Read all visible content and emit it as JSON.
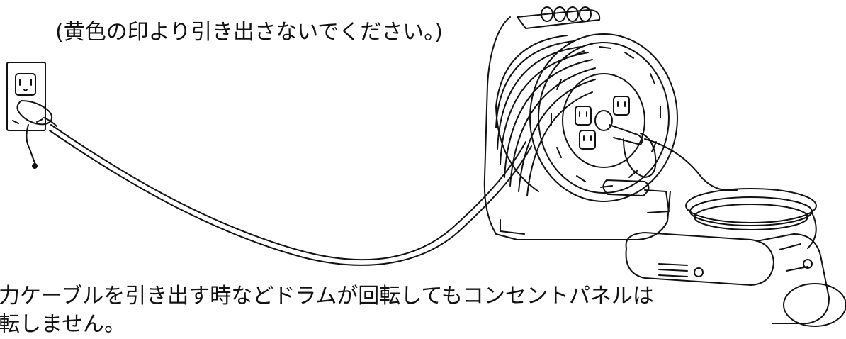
{
  "caption": "(黄色の印より引き出さないでください。)",
  "description_line1": "力ケーブルを引き出す時などドラムが回転してもコンセントパネルは",
  "description_line2": "転しません。",
  "illustration": {
    "parts": [
      "wall-outlet",
      "plug",
      "extension-cord",
      "cord-reel",
      "outlet-panel",
      "power-tool"
    ]
  }
}
